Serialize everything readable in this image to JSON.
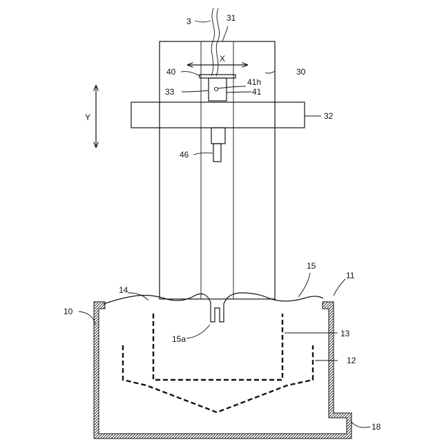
{
  "labels": {
    "cable": "3",
    "slot": "31",
    "frame": "30",
    "crossbar": "32",
    "motor": "33",
    "carriage": "40",
    "pivot": "41",
    "pivot_hole": "41h",
    "probe": "46",
    "x_axis": "X",
    "y_axis": "Y",
    "vessel": "10",
    "rim": "11",
    "outer_basket": "12",
    "inner_basket": "13",
    "tank_inner": "14",
    "cover": "15",
    "cover_notch": "15a",
    "base": "18"
  }
}
